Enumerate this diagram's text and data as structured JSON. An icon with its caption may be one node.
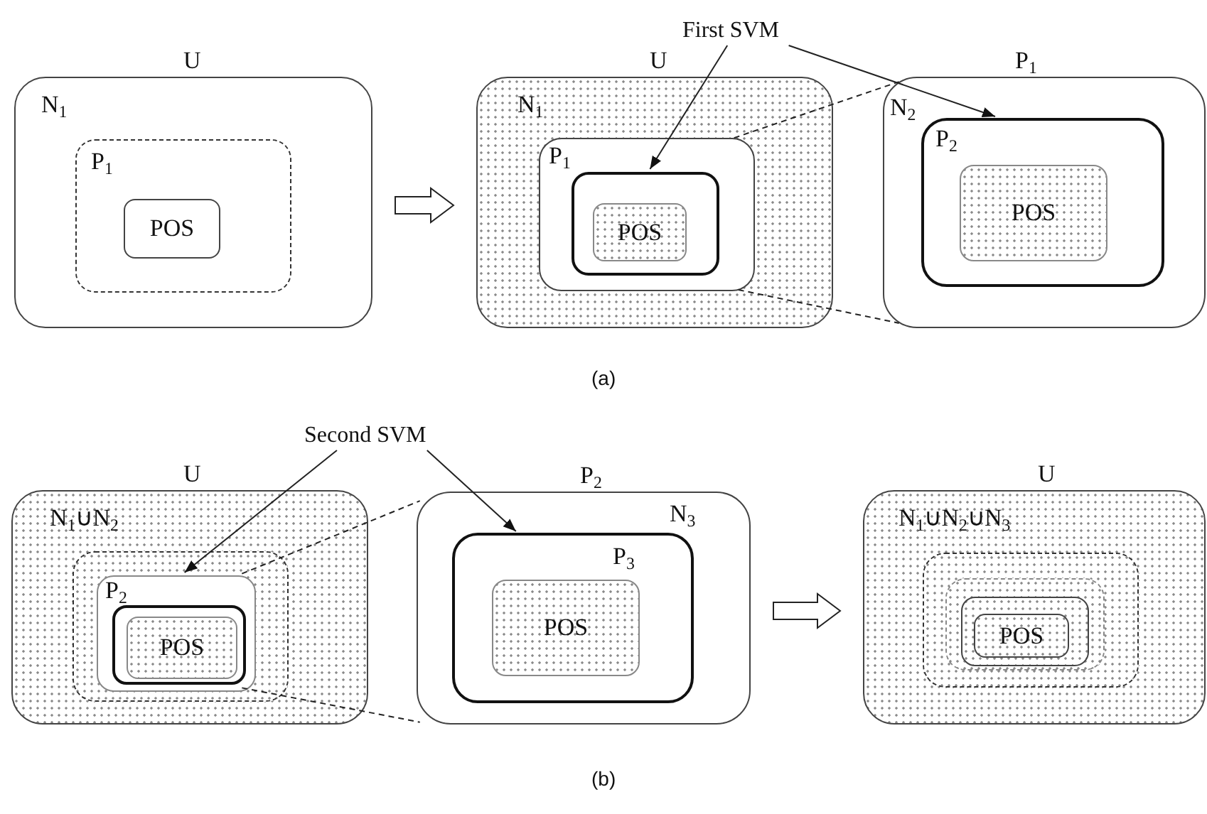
{
  "diagram": {
    "nodes": [
      {
        "text": [
          "U",
          "N$_{1}$"
        ]
      },
      {
        "text": [
          "P$_{1}$"
        ],
        "in": 0
      },
      {
        "text": [
          "POS"
        ],
        "in": 1
      },
      {
        "text": [
          "U",
          "N$_{1}$"
        ]
      },
      {
        "text": [
          "P$_{1}$"
        ],
        "in": 3
      },
      {
        "text": [],
        "shape": "box",
        "in": 4
      },
      {
        "text": [
          "POS"
        ],
        "in": 5
      },
      {
        "text": [
          "P$_{1}$",
          "N$_{2}$"
        ]
      },
      {
        "text": [
          "P$_{2}$"
        ],
        "in": 7
      },
      {
        "text": [
          "POS"
        ],
        "in": 8
      },
      {
        "text": [
          "First SVM"
        ]
      },
      {
        "text": [
          "U",
          "N$_{1}$∪N$_{2}$"
        ]
      },
      {
        "text": [],
        "shape": "box",
        "in": 11
      },
      {
        "text": [
          "P$_{2}$"
        ],
        "in": 12
      },
      {
        "text": [],
        "shape": "box",
        "in": 13
      },
      {
        "text": [
          "POS"
        ],
        "in": 14
      },
      {
        "text": [
          "P$_{2}$",
          "N$_{3}$"
        ]
      },
      {
        "text": [
          "P$_{3}$"
        ],
        "in": 16
      },
      {
        "text": [
          "POS"
        ],
        "in": 17
      },
      {
        "text": [
          "Second SVM"
        ]
      },
      {
        "text": [
          "U",
          "N$_{1}$∪N$_{2}$∪N$_{3}$"
        ]
      },
      {
        "text": [],
        "shape": "box",
        "in": 20
      },
      {
        "text": [],
        "shape": "box",
        "in": 21
      },
      {
        "text": [],
        "shape": "box",
        "in": 22
      },
      {
        "text": [
          "POS"
        ],
        "in": 23
      }
    ],
    "edges": [
      {
        "from": 0,
        "to": 3,
        "arrow": "to",
        "style": "thick"
      },
      {
        "from": 4,
        "to": 7,
        "arrow": "none",
        "style": "dashed"
      },
      {
        "from": 4,
        "to": 7,
        "arrow": "none",
        "style": "dashed"
      },
      {
        "from": 10,
        "to": 5,
        "arrow": "to"
      },
      {
        "from": 10,
        "to": 8,
        "arrow": "to"
      },
      {
        "from": 16,
        "to": 20,
        "arrow": "to",
        "style": "thick"
      },
      {
        "from": 13,
        "to": 16,
        "arrow": "none",
        "style": "dashed"
      },
      {
        "from": 13,
        "to": 16,
        "arrow": "none",
        "style": "dashed"
      },
      {
        "from": 19,
        "to": 13,
        "arrow": "to"
      },
      {
        "from": 19,
        "to": 17,
        "arrow": "to"
      }
    ],
    "labels": [
      "(a)",
      "(b)"
    ]
  }
}
